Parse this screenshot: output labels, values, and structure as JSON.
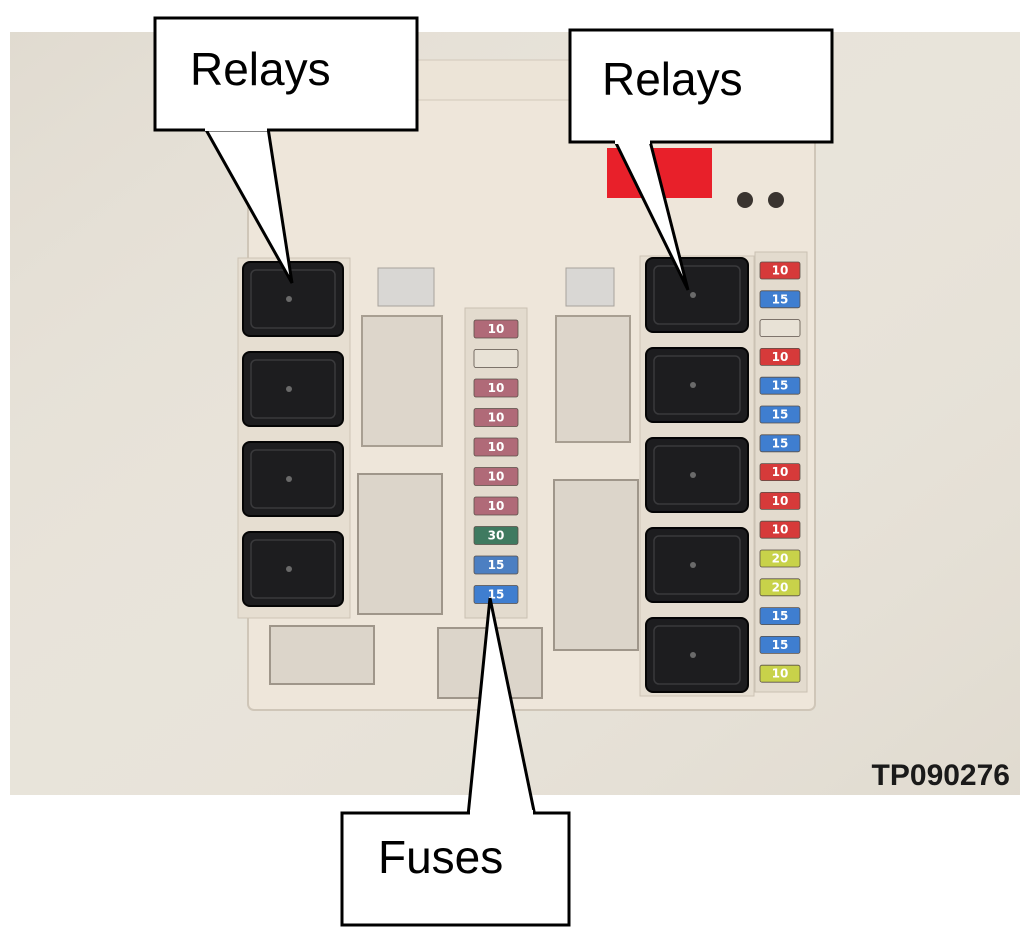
{
  "callouts": {
    "relays_left": "Relays",
    "relays_right": "Relays",
    "fuses": "Fuses"
  },
  "figure_id": "TP090276",
  "fuses": {
    "center_column": [
      {
        "rating": "10",
        "color": "#b06a78"
      },
      {
        "rating": "",
        "color": "#e8e2d6"
      },
      {
        "rating": "10",
        "color": "#b06a78"
      },
      {
        "rating": "10",
        "color": "#b06a78"
      },
      {
        "rating": "10",
        "color": "#b06a78"
      },
      {
        "rating": "10",
        "color": "#b06a78"
      },
      {
        "rating": "10",
        "color": "#b06a78"
      },
      {
        "rating": "30",
        "color": "#3f7a60"
      },
      {
        "rating": "15",
        "color": "#4c7fc2"
      },
      {
        "rating": "15",
        "color": "#3f7ed0"
      }
    ],
    "right_column": [
      {
        "rating": "10",
        "color": "#d63a3a"
      },
      {
        "rating": "15",
        "color": "#3f7ed0"
      },
      {
        "rating": "",
        "color": "#e8e2d6"
      },
      {
        "rating": "10",
        "color": "#d63a3a"
      },
      {
        "rating": "15",
        "color": "#3f7ed0"
      },
      {
        "rating": "15",
        "color": "#3f7ed0"
      },
      {
        "rating": "15",
        "color": "#3f7ed0"
      },
      {
        "rating": "10",
        "color": "#d63a3a"
      },
      {
        "rating": "10",
        "color": "#d63a3a"
      },
      {
        "rating": "10",
        "color": "#d63a3a"
      },
      {
        "rating": "20",
        "color": "#c8d24a"
      },
      {
        "rating": "20",
        "color": "#c8d24a"
      },
      {
        "rating": "15",
        "color": "#3f7ed0"
      },
      {
        "rating": "15",
        "color": "#3f7ed0"
      },
      {
        "rating": "10",
        "color": "#c8d24a"
      }
    ]
  },
  "colors": {
    "wall": "#e9e4da",
    "box": "#efe7db",
    "relay": "#1d1d1f",
    "label_red": "#e8202a"
  }
}
